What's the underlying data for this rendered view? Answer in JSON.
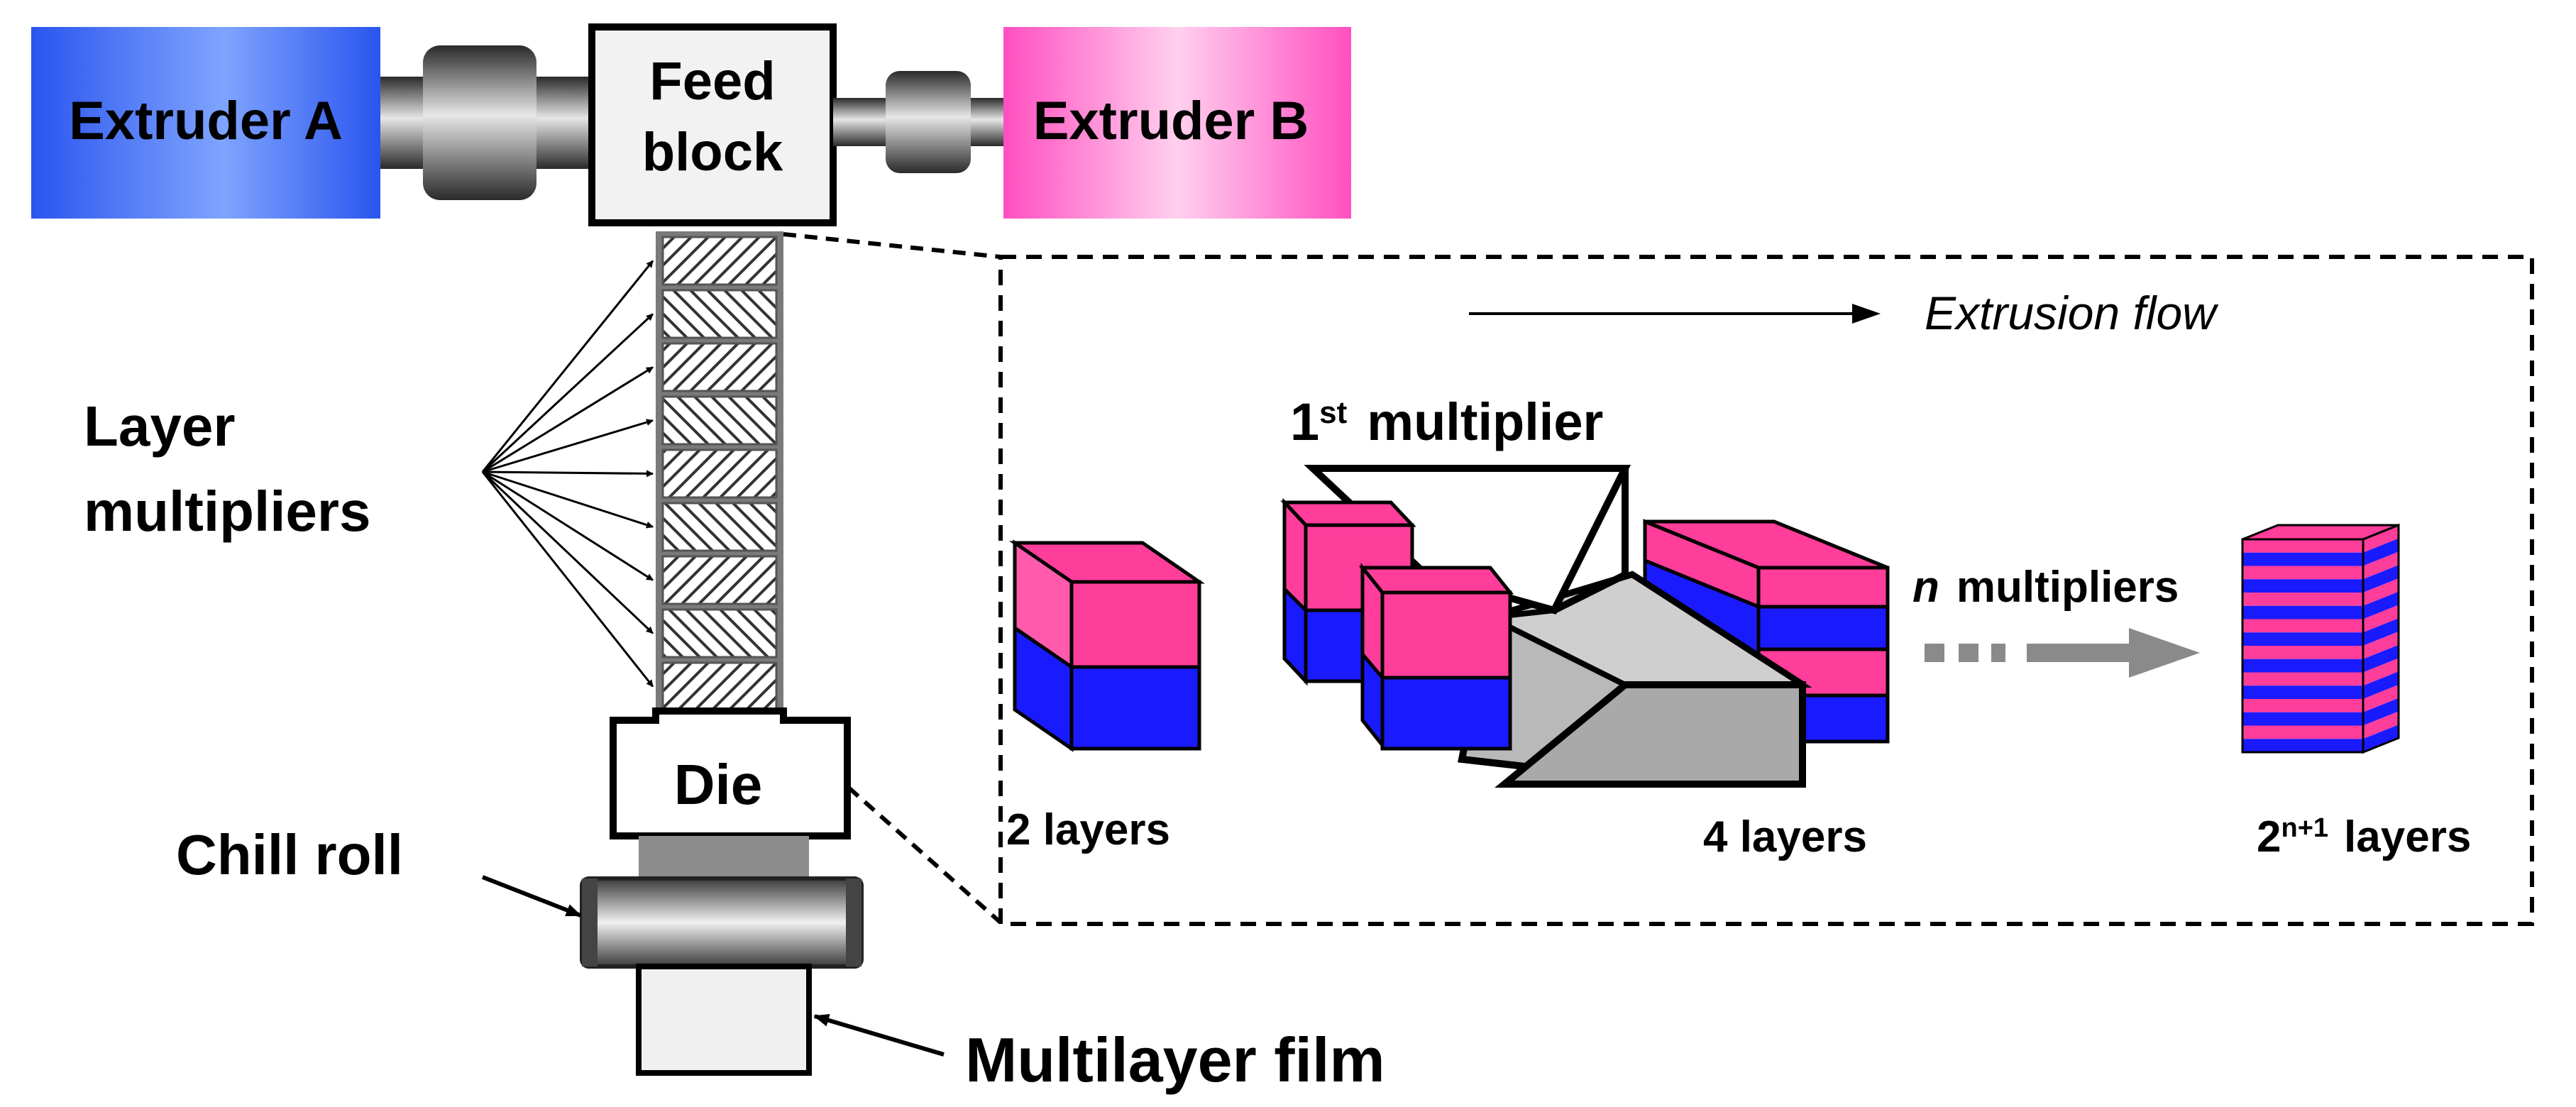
{
  "labels": {
    "extruder_a": "Extruder A",
    "extruder_b": "Extruder B",
    "feed_block_line1": "Feed",
    "feed_block_line2": "block",
    "layer_multipliers_line1": "Layer",
    "layer_multipliers_line2": "multipliers",
    "die": "Die",
    "chill_roll": "Chill roll",
    "multilayer_film": "Multilayer film",
    "extrusion_flow": "Extrusion flow",
    "first_multiplier_num": "1",
    "first_multiplier_sup": "st",
    "first_multiplier_text": "multiplier",
    "two_layers": "2 layers",
    "four_layers": "4 layers",
    "n_multipliers_n": "n",
    "n_multipliers_text": "multipliers",
    "final_layers_base": "2",
    "final_layers_sup": "n+1",
    "final_layers_text": "layers"
  },
  "colors": {
    "extruder_a": "#3d6cf0",
    "extruder_b": "#ff4fc0",
    "layer_pink": "#ff3d9a",
    "layer_blue": "#1a1aff",
    "die_body": "#f2f2f2",
    "outline": "#000000",
    "multiplier_gray": "#bdbdbd",
    "arrow_gray": "#8a8a8a"
  }
}
